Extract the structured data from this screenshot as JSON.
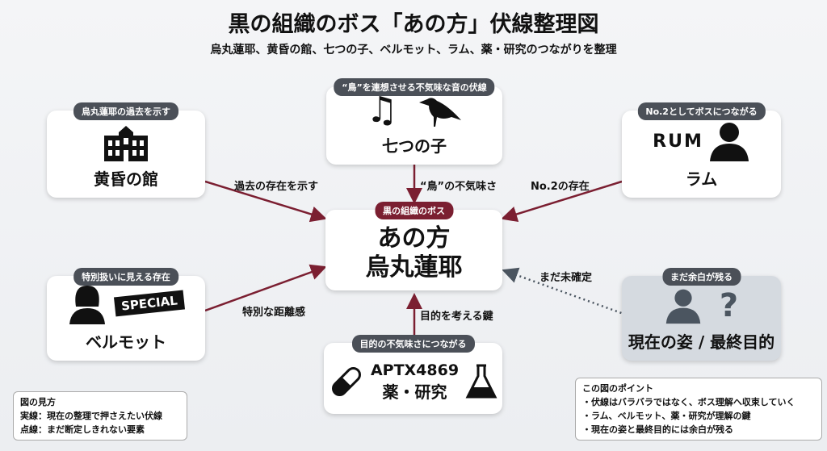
{
  "title": "黒の組織のボス「あの方」伏線整理図",
  "subtitle": "烏丸蓮耶、黄昏の館、七つの子、ベルモット、ラム、薬・研究のつながりを整理",
  "center": {
    "tag": "黒の組織のボス",
    "line1": "あの方",
    "line2": "烏丸蓮耶"
  },
  "nodes": {
    "nanatsu": {
      "tag": "“鳥”を連想させる不気味な音の伏線",
      "name": "七つの子",
      "edge": "“鳥”の不気味さ",
      "icons": [
        "music-note-icon",
        "crow-icon"
      ]
    },
    "tasogare": {
      "tag": "烏丸蓮耶の過去を示す",
      "name": "黄昏の館",
      "edge": "過去の存在を示す",
      "icons": [
        "mansion-icon"
      ]
    },
    "rum": {
      "tag": "No.2としてボスにつながる",
      "name": "ラム",
      "edge": "No.2の存在",
      "logo": "RUM",
      "icons": [
        "person-icon"
      ]
    },
    "vermouth": {
      "tag": "特別扱いに見える存在",
      "name": "ベルモット",
      "edge": "特別な距離感",
      "badge": "SPECIAL",
      "icons": [
        "woman-icon"
      ]
    },
    "current": {
      "tag": "まだ余白が残る",
      "name": "現在の姿 / 最終目的",
      "edge": "まだ未確定",
      "icons": [
        "person-icon",
        "question-icon"
      ]
    },
    "drug": {
      "tag": "目的の不気味さにつながる",
      "code": "APTX4869",
      "name": "薬・研究",
      "edge": "目的を考える鍵",
      "icons": [
        "capsule-icon",
        "flask-icon"
      ]
    }
  },
  "legend": {
    "title": "図の見方",
    "lines": [
      "実線：現在の整理で押さえたい伏線",
      "点線：まだ断定しきれない要素"
    ]
  },
  "points": {
    "title": "この図のポイント",
    "lines": [
      "・伏線はバラバラではなく、ボス理解へ収束していく",
      "・ラム、ベルモット、薬・研究が理解の鍵",
      "・現在の姿と最終目的には余白が残る"
    ]
  },
  "colors": {
    "accent": "#7b1f31",
    "tag": "#4b5058",
    "dotted": "#4b5560"
  }
}
